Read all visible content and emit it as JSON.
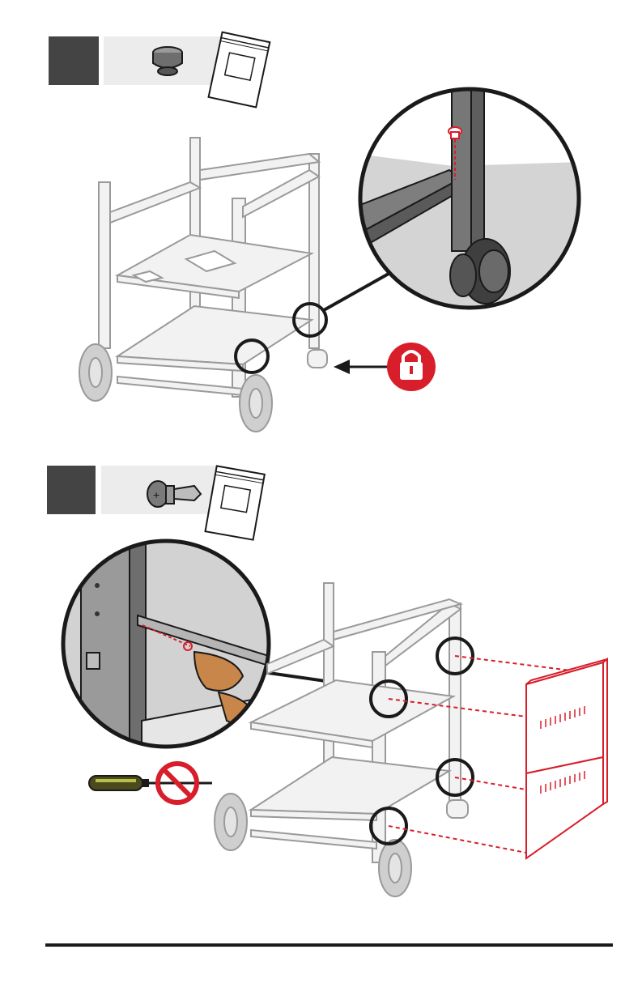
{
  "steps": [
    {
      "number": "",
      "part": "caster-lock-cap",
      "bag": "hardware-bag"
    },
    {
      "number": "",
      "part": "push-rivet",
      "bag": "hardware-bag"
    }
  ],
  "colors": {
    "step_box": "#444444",
    "part_box": "#ececec",
    "accent_red": "#d81e2a",
    "outline": "#1a1a1a",
    "frame_grey": "#dcdcdc"
  },
  "icons": [
    "lock-icon",
    "no-screwdriver-icon",
    "arrow-left-icon",
    "magnify-detail-circle"
  ]
}
